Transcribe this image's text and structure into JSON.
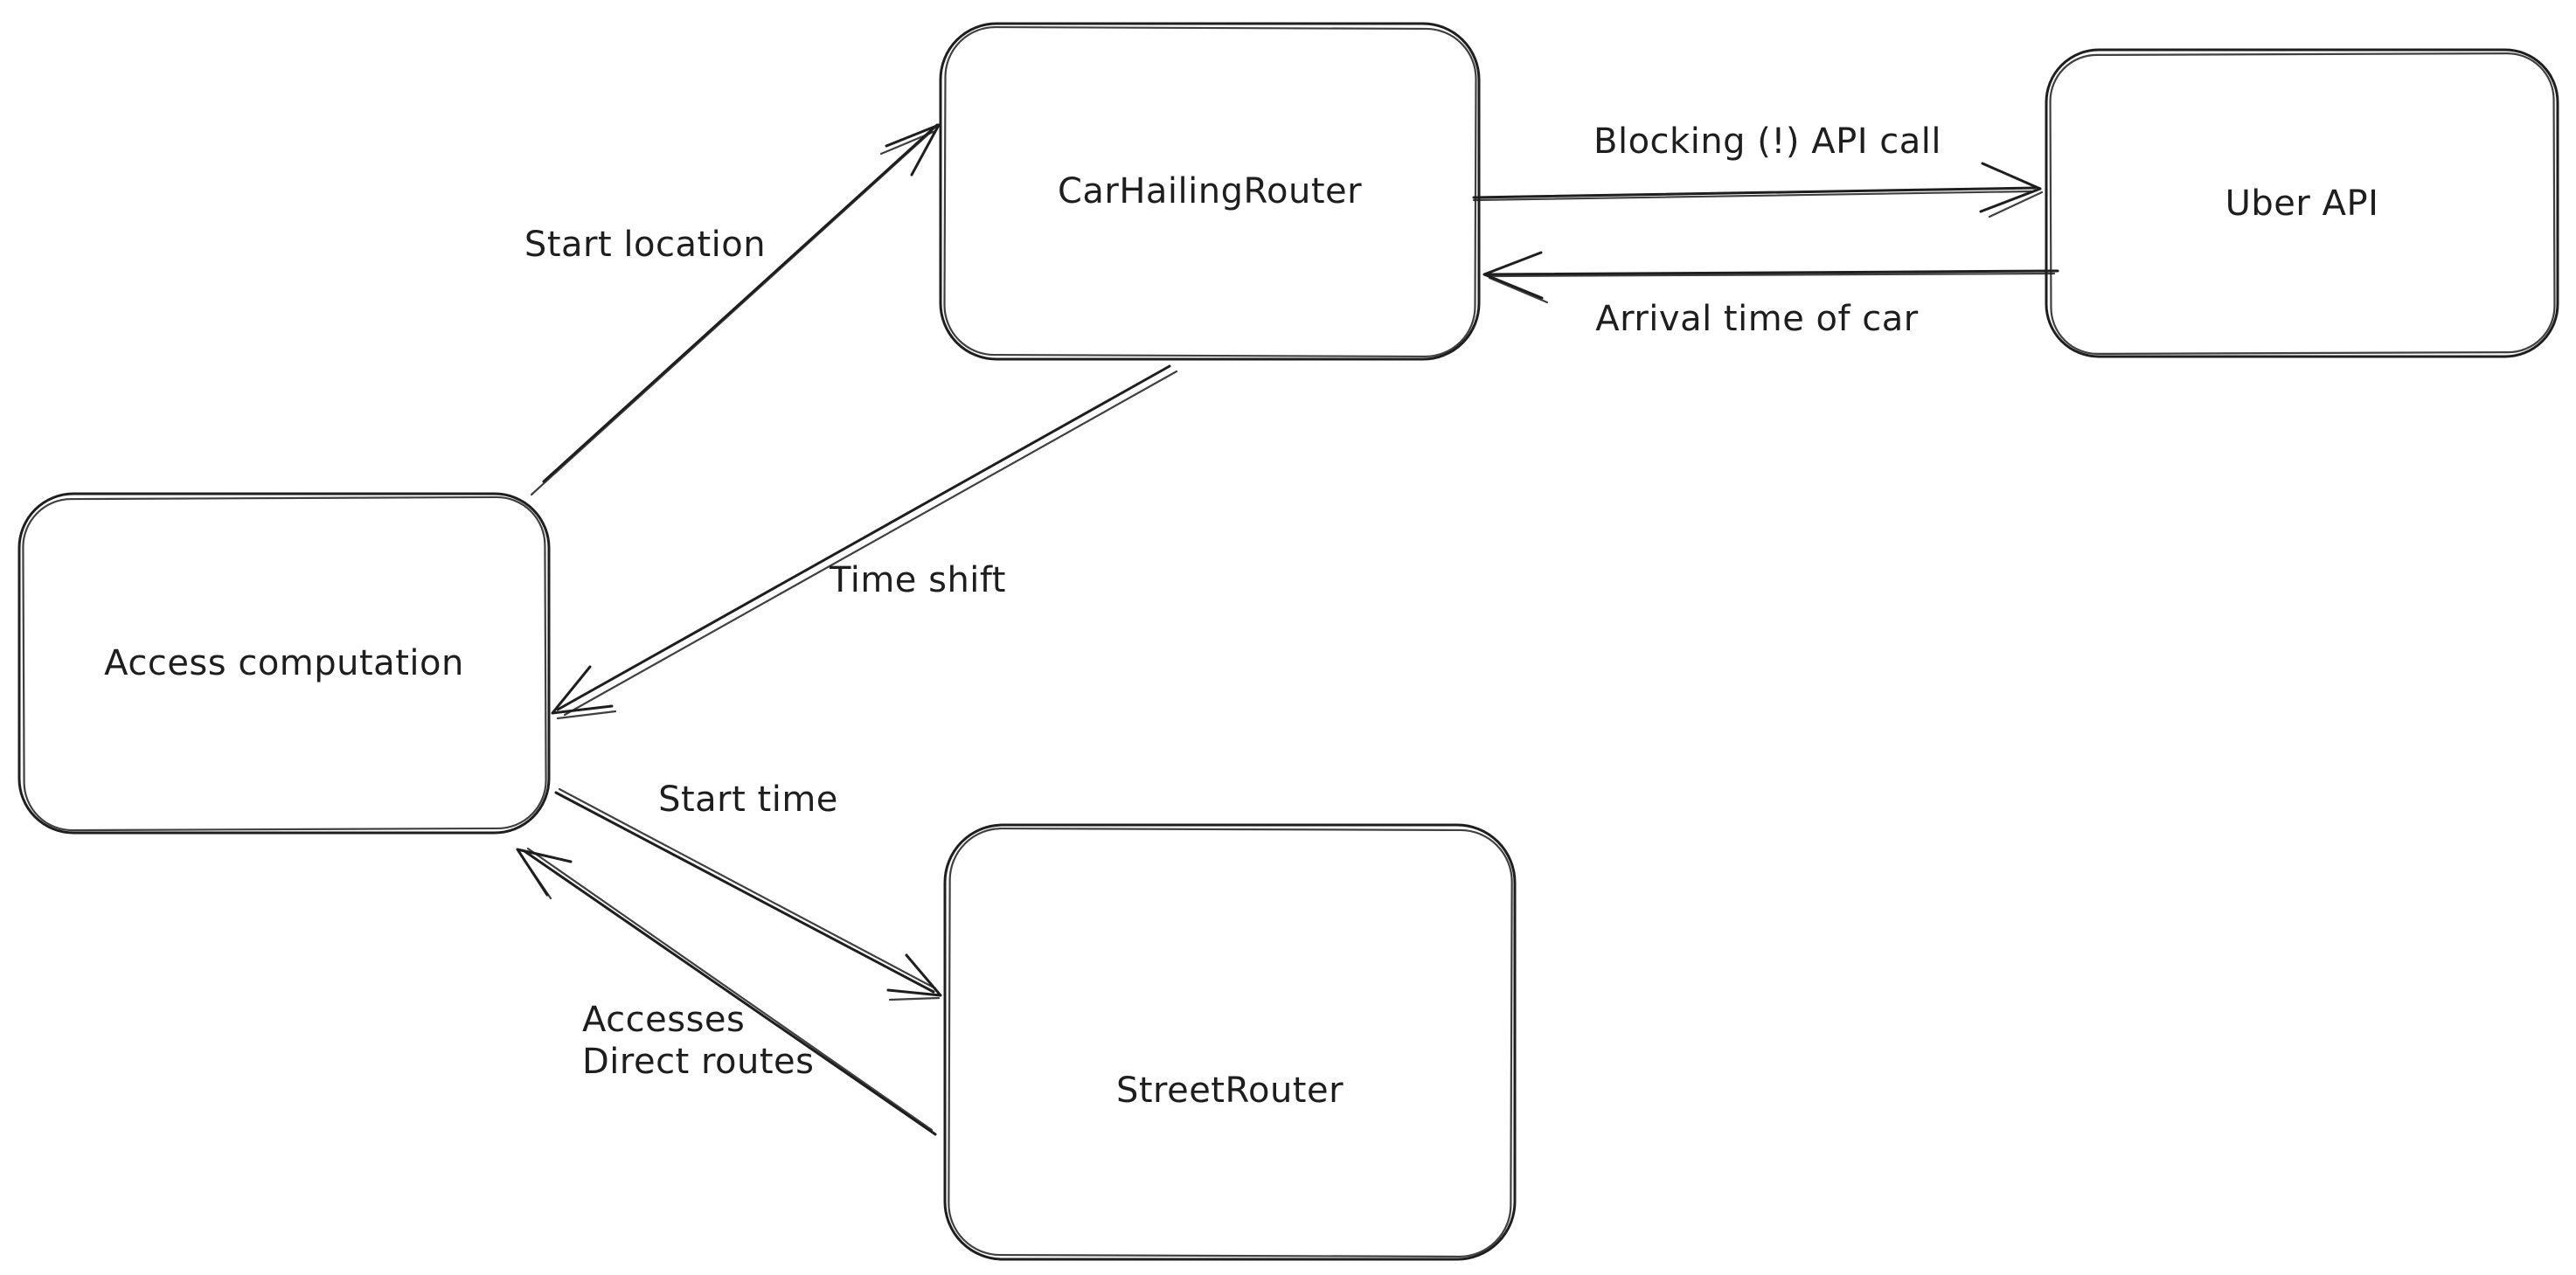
{
  "canvas": {
    "background_color": "#ffffff",
    "stroke_color": "#1e1e1e",
    "style": "hand-drawn flowchart"
  },
  "nodes": [
    {
      "id": "car-hailing-router",
      "label": "CarHailingRouter"
    },
    {
      "id": "uber-api",
      "label": "Uber API"
    },
    {
      "id": "access-computation",
      "label": "Access computation"
    },
    {
      "id": "street-router",
      "label": "StreetRouter"
    }
  ],
  "edges": [
    {
      "id": "start-location",
      "from": "access-computation",
      "to": "car-hailing-router",
      "label": "Start location"
    },
    {
      "id": "blocking-api-call",
      "from": "car-hailing-router",
      "to": "uber-api",
      "label": "Blocking (!) API call"
    },
    {
      "id": "arrival-time",
      "from": "uber-api",
      "to": "car-hailing-router",
      "label": "Arrival time of car"
    },
    {
      "id": "time-shift",
      "from": "car-hailing-router",
      "to": "access-computation",
      "label": "Time shift"
    },
    {
      "id": "start-time",
      "from": "access-computation",
      "to": "street-router",
      "label": "Start time"
    },
    {
      "id": "accesses-direct-routes",
      "from": "street-router",
      "to": "access-computation",
      "lines": [
        "Accesses",
        "Direct routes"
      ]
    }
  ]
}
